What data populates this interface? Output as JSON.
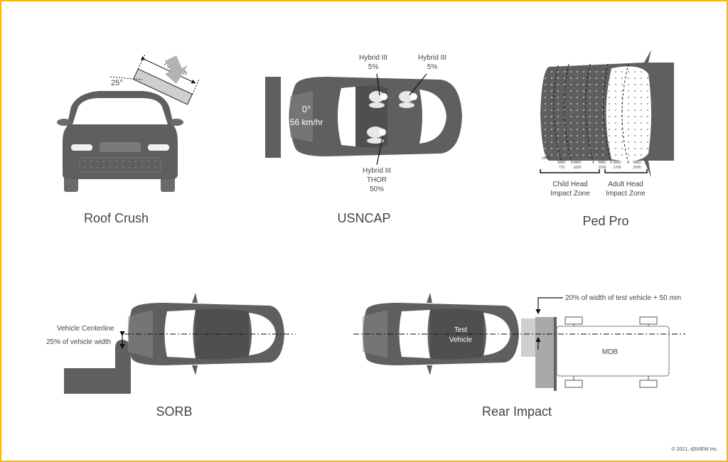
{
  "panels": {
    "roof_crush": {
      "caption": "Roof Crush",
      "plate_length": "762 mm",
      "angle": "25°"
    },
    "usncap": {
      "caption": "USNCAP",
      "impact_angle": "0°",
      "impact_speed": "56 km/hr",
      "dummy_rear_left": {
        "line1": "Hybrid III",
        "line2": "5%"
      },
      "dummy_rear_right": {
        "line1": "Hybrid III",
        "line2": "5%"
      },
      "dummy_front": {
        "line1": "Hybrid III",
        "line2": "THOR",
        "line3": "50%"
      }
    },
    "ped_pro": {
      "caption": "Ped Pro",
      "ubrl": "UBRL",
      "wad_labels": [
        {
          "line1": "WAD",
          "line2": "775"
        },
        {
          "line1": "WAD",
          "line2": "1000"
        },
        {
          "line1": "WAD",
          "line2": "1500"
        },
        {
          "line1": "WAD",
          "line2": "1700"
        },
        {
          "line1": "WAD",
          "line2": "2000"
        }
      ],
      "child_zone": {
        "line1": "Child Head",
        "line2": "Impact Zone"
      },
      "adult_zone": {
        "line1": "Adult Head",
        "line2": "Impact Zone"
      }
    },
    "sorb": {
      "caption": "SORB",
      "centerline_label": "Vehicle Centerline",
      "offset_label": "25% of vehicle width"
    },
    "rear_impact": {
      "caption": "Rear Impact",
      "test_vehicle": {
        "line1": "Test",
        "line2": "Vehicle"
      },
      "barrier_label": "MDB",
      "offset_label": "20% of width of test vehicle + 50 mm"
    }
  },
  "copyright": "© 2021, d3VIEW Inc.",
  "colors": {
    "border": "#f2b51a",
    "car_dark": "#5f5f5f",
    "car_light": "#8c8c8c",
    "text": "#444444"
  }
}
